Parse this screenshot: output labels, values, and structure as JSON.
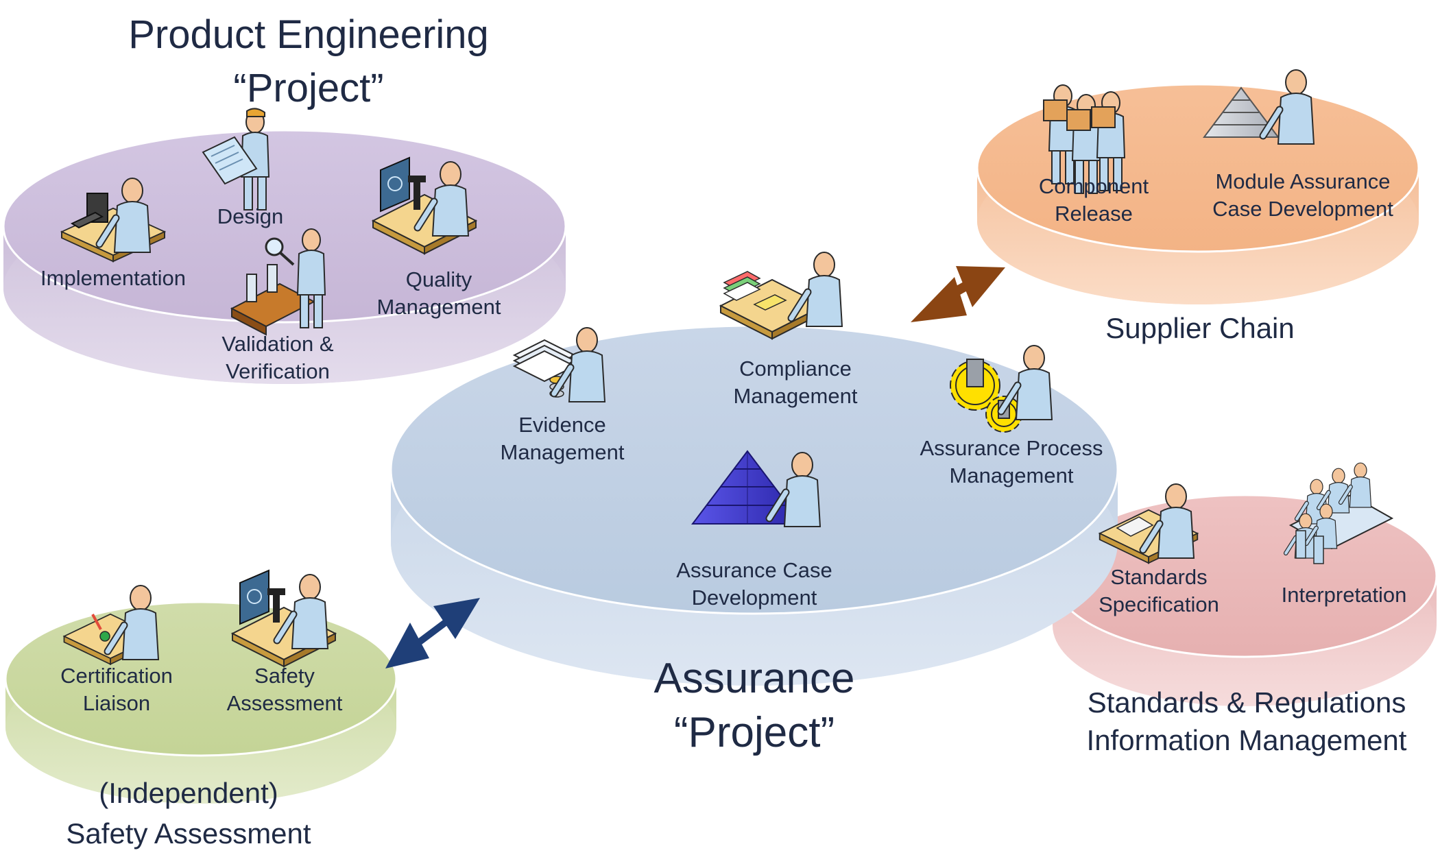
{
  "product_engineering": {
    "title_line1": "Product Engineering",
    "title_line2": "“Project”",
    "activities": {
      "design": "Design",
      "implementation": "Implementation",
      "validation_line1": "Validation &",
      "validation_line2": "Verification",
      "quality_line1": "Quality",
      "quality_line2": "Management"
    }
  },
  "assurance": {
    "title_line1": "Assurance",
    "title_line2": "“Project”",
    "activities": {
      "compliance_line1": "Compliance",
      "compliance_line2": "Management",
      "evidence_line1": "Evidence",
      "evidence_line2": "Management",
      "process_line1": "Assurance Process",
      "process_line2": "Management",
      "case_line1": "Assurance Case",
      "case_line2": "Development"
    }
  },
  "supplier_chain": {
    "title": "Supplier Chain",
    "activities": {
      "component_line1": "Component",
      "component_line2": "Release",
      "module_line1": "Module Assurance",
      "module_line2": "Case Development"
    }
  },
  "standards": {
    "title_line1": "Standards & Regulations",
    "title_line2": "Information Management",
    "activities": {
      "spec_line1": "Standards",
      "spec_line2": "Specification",
      "interpretation": "Interpretation"
    }
  },
  "safety": {
    "title_line1": "(Independent)",
    "title_line2": "Safety Assessment",
    "activities": {
      "cert_line1": "Certification",
      "cert_line2": "Liaison",
      "safety_line1": "Safety",
      "safety_line2": "Assessment"
    }
  },
  "colors": {
    "text": "#1f2a44",
    "product_disc": "#cdbfdb",
    "assurance_disc": "#c3d2e4",
    "supplier_disc": "#f7c49e",
    "standards_disc": "#ecbcbc",
    "safety_disc": "#cfdca6",
    "supplier_arrow": "#8b4513",
    "safety_arrow": "#1f3f78",
    "pyramid": "#3b36c8",
    "gear": "#ffe000"
  }
}
